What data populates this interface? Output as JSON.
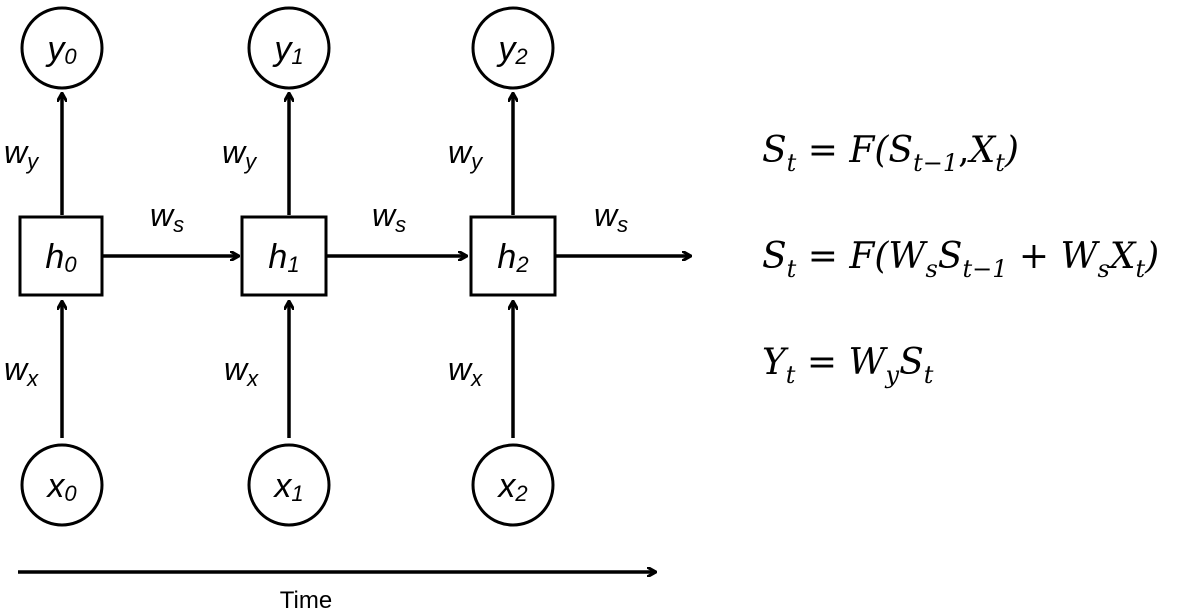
{
  "nodes": {
    "outputs": [
      {
        "base": "y",
        "sub": "0"
      },
      {
        "base": "y",
        "sub": "1"
      },
      {
        "base": "y",
        "sub": "2"
      }
    ],
    "hidden": [
      {
        "base": "h",
        "sub": "0"
      },
      {
        "base": "h",
        "sub": "1"
      },
      {
        "base": "h",
        "sub": "2"
      }
    ],
    "inputs": [
      {
        "base": "x",
        "sub": "0"
      },
      {
        "base": "x",
        "sub": "1"
      },
      {
        "base": "x",
        "sub": "2"
      }
    ]
  },
  "weights": {
    "wy": {
      "base": "w",
      "sub": "y"
    },
    "ws": {
      "base": "w",
      "sub": "s"
    },
    "wx": {
      "base": "w",
      "sub": "x"
    }
  },
  "time_label": "Time",
  "equations": {
    "eq1": {
      "lhs": "S",
      "lhs_sub": "t",
      "eqsign": " = ",
      "func": "F(",
      "a": "S",
      "a_sub": "t−1",
      "comma": ",",
      "b": "X",
      "b_sub": "t",
      "close": ")"
    },
    "eq2": {
      "lhs": "S",
      "lhs_sub": "t",
      "eqsign": " = ",
      "func": "F(",
      "w1": "W",
      "w1_sub": "s",
      "s": "S",
      "s_sub": "t−1",
      "plus": " + ",
      "w2": "W",
      "w2_sub": "s",
      "x": "X",
      "x_sub": "t",
      "close": ")"
    },
    "eq3": {
      "lhs": "Y",
      "lhs_sub": "t",
      "eqsign": " = ",
      "w": "W",
      "w_sub": "y",
      "s": "S",
      "s_sub": "t"
    }
  }
}
